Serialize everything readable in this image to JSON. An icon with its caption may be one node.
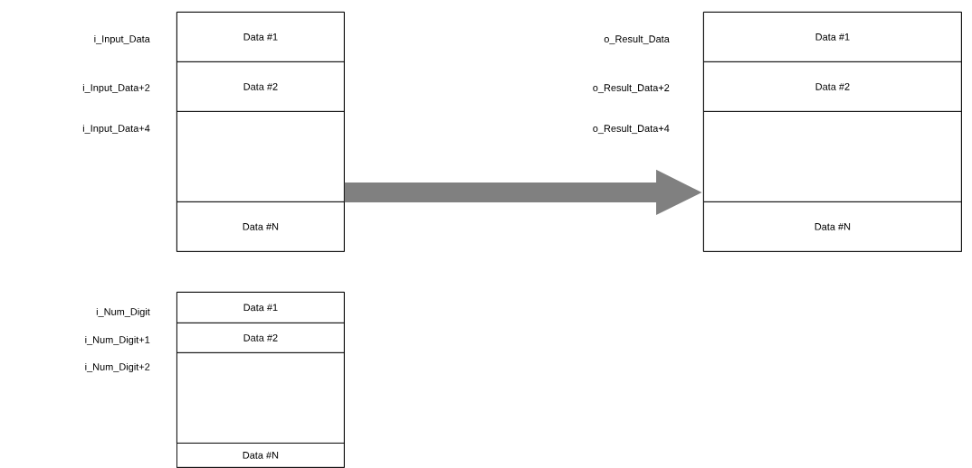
{
  "diagram": {
    "nodes": [
      {
        "text": [],
        "shape": "box"
      },
      {
        "text": [
          "Data #1"
        ],
        "in": 0
      },
      {
        "text": [
          "Data #2"
        ],
        "in": 0
      },
      {
        "text": [],
        "shape": "box",
        "in": 0
      },
      {
        "text": [
          "Data #N"
        ],
        "in": 0
      },
      {
        "text": [],
        "shape": "box"
      },
      {
        "text": [
          "Data #1"
        ],
        "in": 5
      },
      {
        "text": [
          "Data #2"
        ],
        "in": 5
      },
      {
        "text": [],
        "shape": "box",
        "in": 5
      },
      {
        "text": [
          "Data #N"
        ],
        "in": 5
      },
      {
        "text": [],
        "shape": "box"
      },
      {
        "text": [
          "Data #1"
        ],
        "in": 10
      },
      {
        "text": [
          "Data #2"
        ],
        "in": 10
      },
      {
        "text": [],
        "shape": "box",
        "in": 10
      },
      {
        "text": [
          "Data #N"
        ],
        "in": 10
      }
    ],
    "edges": [
      {
        "from": 0,
        "to": 5,
        "arrow": "to",
        "color": "#808080"
      }
    ],
    "labels": [
      "i_Input_Data",
      "o_Result_Data",
      "i_Input_Data+2",
      "o_Result_Data+2",
      "i_Input_Data+4",
      "o_Result_Data+4",
      "i_Num_Digit",
      "i_Num_Digit+1",
      "i_Num_Digit+2"
    ]
  }
}
